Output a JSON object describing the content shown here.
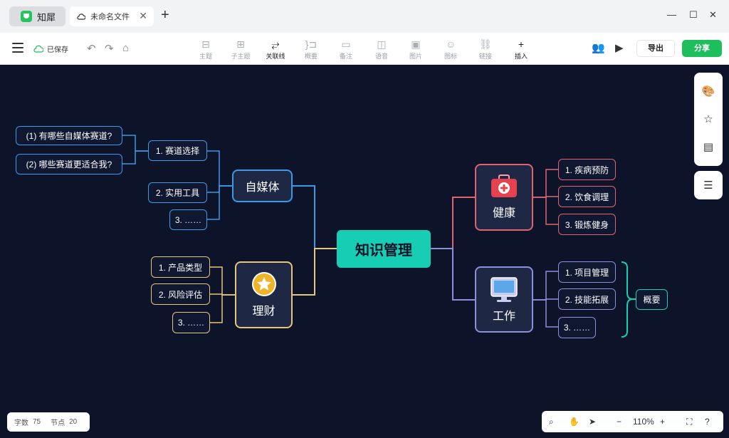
{
  "app": {
    "name": "知犀",
    "tab_title": "未命名文件"
  },
  "titlebar": {
    "minimize": "—",
    "maximize": "☐",
    "close": "✕",
    "new_tab": "+"
  },
  "toolbar": {
    "saved_label": "已保存",
    "tools": [
      {
        "label": "主题",
        "icon": "topic-icon"
      },
      {
        "label": "子主题",
        "icon": "subtopic-icon"
      },
      {
        "label": "关联线",
        "icon": "relation-line-icon"
      },
      {
        "label": "概要",
        "icon": "summary-icon"
      },
      {
        "label": "备注",
        "icon": "note-icon"
      },
      {
        "label": "语音",
        "icon": "voice-icon"
      },
      {
        "label": "图片",
        "icon": "image-icon"
      },
      {
        "label": "图标",
        "icon": "emoji-icon"
      },
      {
        "label": "链接",
        "icon": "link-icon"
      },
      {
        "label": "插入",
        "icon": "insert-icon"
      }
    ],
    "export_label": "导出",
    "share_label": "分享"
  },
  "mindmap": {
    "root": "知识管理",
    "zimeiti": {
      "label": "自媒体",
      "children": [
        "1. 赛道选择",
        "2. 实用工具",
        "3. ……"
      ],
      "sub": [
        "(1) 有哪些自媒体赛道?",
        "(2) 哪些赛道更适合我?"
      ]
    },
    "licai": {
      "label": "理财",
      "children": [
        "1. 产品类型",
        "2. 风险评估",
        "3. ……"
      ]
    },
    "jiankang": {
      "label": "健康",
      "children": [
        "1. 疾病预防",
        "2. 饮食调理",
        "3. 锻炼健身"
      ]
    },
    "gongzuo": {
      "label": "工作",
      "children": [
        "1. 项目管理",
        "2. 技能拓展",
        "3. ……"
      ]
    },
    "summary": "概要"
  },
  "status": {
    "chars_label": "字数",
    "chars_value": "75",
    "nodes_label": "节点",
    "nodes_value": "20"
  },
  "zoom": {
    "level": "110%"
  },
  "colors": {
    "root": "#17cdb3",
    "blue": "#3b9ae8",
    "gold": "#e6c67a",
    "red": "#e06470",
    "purple": "#8c8fd9",
    "canvas": "#0d1329",
    "share": "#1fbe5c"
  }
}
